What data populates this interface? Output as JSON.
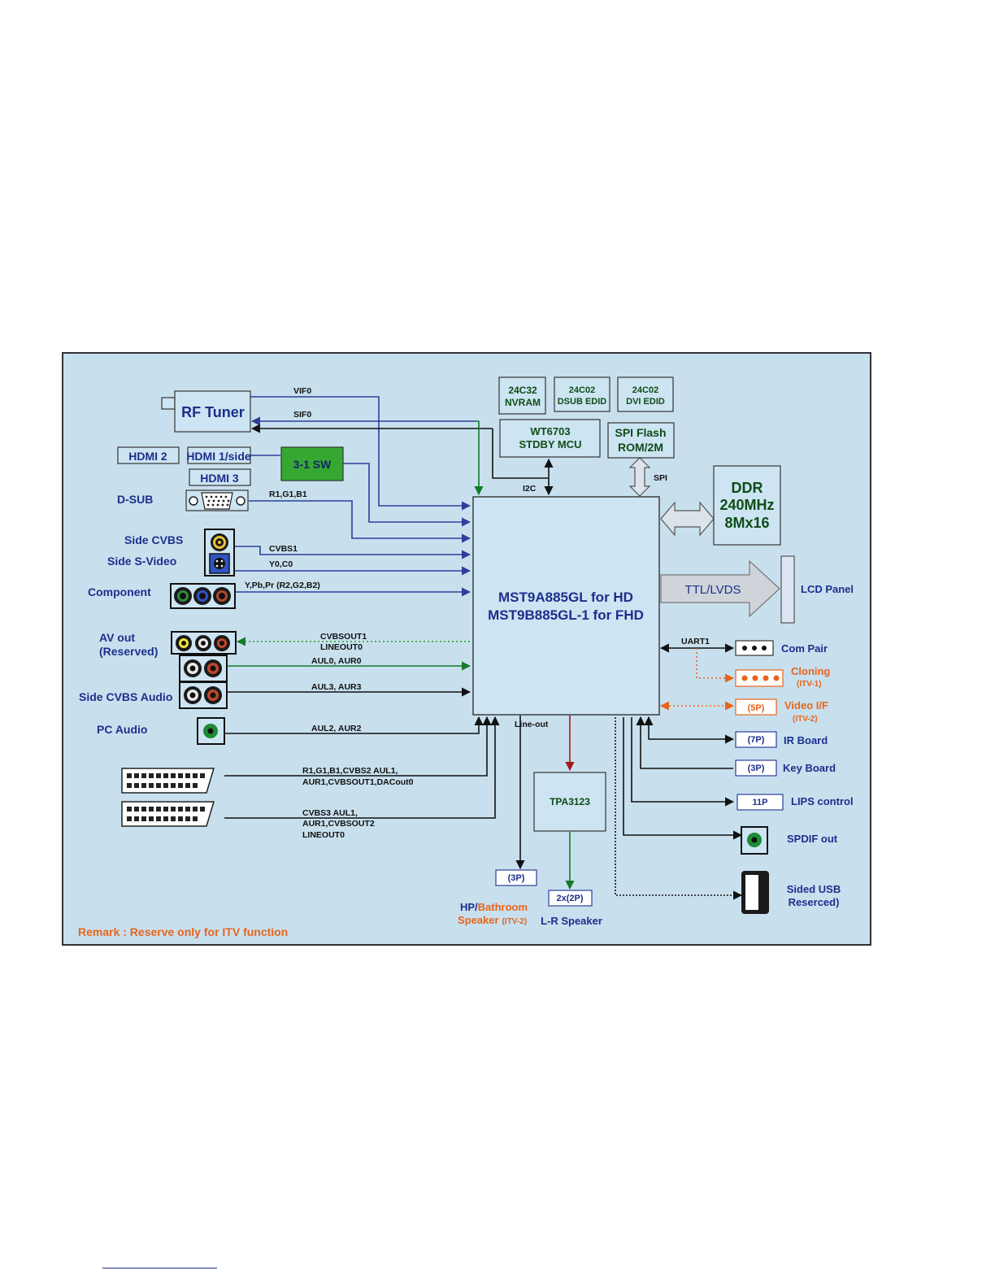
{
  "blocks": {
    "rf_tuner": "RF Tuner",
    "hdmi2": "HDMI 2",
    "hdmi1_side": "HDMI 1/side",
    "hdmi3": "HDMI 3",
    "sw31": "3-1 SW",
    "nvram_l1": "24C32",
    "nvram_l2": "NVRAM",
    "dsub_edid_l1": "24C02",
    "dsub_edid_l2": "DSUB EDID",
    "dvi_edid_l1": "24C02",
    "dvi_edid_l2": "DVI EDID",
    "mcu_l1": "WT6703",
    "mcu_l2": "STDBY MCU",
    "spi_flash_l1": "SPI Flash",
    "spi_flash_l2": "ROM/2M",
    "ddr_l1": "DDR",
    "ddr_l2": "240MHz",
    "ddr_l3": "8Mx16",
    "soc_l1": "MST9A885GL for HD",
    "soc_l2": "MST9B885GL-1 for FHD",
    "ttl_lvds": "TTL/LVDS",
    "tpa": "TPA3123"
  },
  "inputs": {
    "dsub": "D-SUB",
    "side_cvbs": "Side CVBS",
    "side_svideo": "Side S-Video",
    "component": "Component",
    "av_out_l1": "AV out",
    "av_out_l2": "(Reserved)",
    "side_cvbs_audio": "Side CVBS Audio",
    "pc_audio": "PC Audio"
  },
  "signals": {
    "vif0": "VIF0",
    "sif0": "SIF0",
    "rgb1": "R1,G1,B1",
    "i2c": "I2C",
    "spi": "SPI",
    "cvbs1": "CVBS1",
    "y0c0": "Y0,C0",
    "ypbpr": "Y,Pb,Pr (R2,G2,B2)",
    "cvbsout1": "CVBSOUT1",
    "lineout0": "LINEOUT0",
    "aul0": "AUL0, AUR0",
    "aul3": "AUL3, AUR3",
    "aul2": "AUL2, AUR2",
    "scart1_l1": "R1,G1,B1,CVBS2 AUL1,",
    "scart1_l2": "AUR1,CVBSOUT1,DACout0",
    "scart2_l1": "CVBS3 AUL1,",
    "scart2_l2": "AUR1,CVBSOUT2",
    "scart2_l3": "LINEOUT0",
    "line_out": "Line-out",
    "uart1": "UART1"
  },
  "connectors": {
    "p7": "(7P)",
    "p3_key": "(3P)",
    "p11": "11P",
    "p5": "(5P)",
    "p3_hp": "(3P)",
    "p2x2": "2x(2P)"
  },
  "outputs": {
    "lcd_panel": "LCD Panel",
    "com_pair": "Com Pair",
    "cloning": "Cloning",
    "itv1": "(ITV-1)",
    "video_if": "Video I/F",
    "itv2": "(ITV-2)",
    "ir_board": "IR Board",
    "key_board": "Key Board",
    "lips": "LIPS control",
    "spdif": "SPDIF out",
    "usb_l1": "Sided USB",
    "usb_l2": "Reserced)",
    "hp_a": "HP/",
    "hp_b": "Bathroom",
    "speaker": "Speaker",
    "speaker_itv": "(ITV-2)",
    "lr_speaker": "L-R Speaker"
  },
  "remark": "Remark : Reserve only for ITV function",
  "colors": {
    "background": "#c8e0ee",
    "chip_fill": "#cde4f2",
    "navy_line": "#2c3f9a",
    "green_line": "#137a2a",
    "red_line": "#a31818",
    "orange_line": "#e8641b",
    "sw_green": "#35a832"
  }
}
